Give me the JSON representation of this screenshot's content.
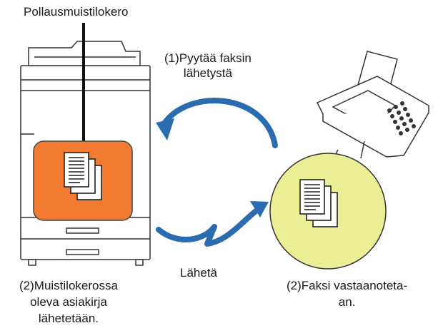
{
  "labels": {
    "memory_box_title": "Pollausmuistilokero",
    "request": [
      "(1)Pyytää faksin",
      "lähetystä"
    ],
    "send": "Lähetä",
    "sender_step": [
      "(2)Muistilokerossa",
      "oleva asiakirja",
      "lähetetään."
    ],
    "receiver_step": [
      "(2)Faksi vastaanoteta-",
      "an."
    ]
  },
  "colors": {
    "arrow": "#2b6cb0",
    "memory_box": "#f07b31",
    "magnifier": "#eaee94",
    "machine_outline": "#333333"
  },
  "icons": {
    "printer": "multifunction-printer",
    "fax": "fax-machine",
    "document": "document-stack"
  }
}
